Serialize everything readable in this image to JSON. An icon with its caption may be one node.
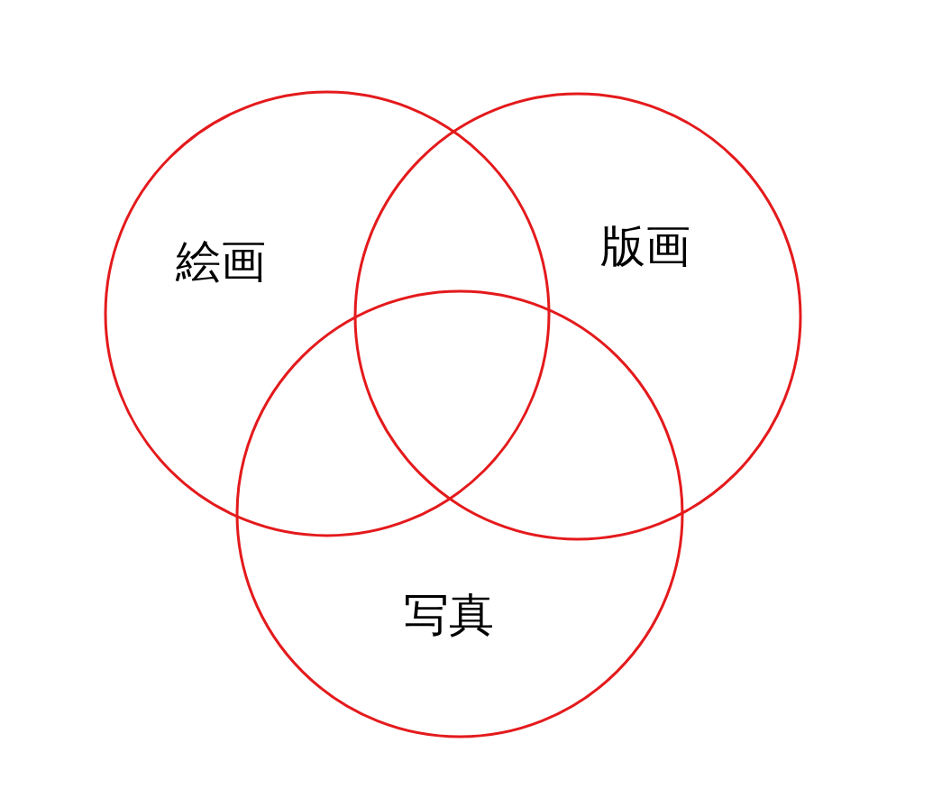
{
  "diagram": {
    "nodes": [
      {
        "text": [
          "絵画"
        ]
      },
      {
        "text": [
          "版画"
        ]
      },
      {
        "text": [
          "写真"
        ]
      }
    ]
  }
}
